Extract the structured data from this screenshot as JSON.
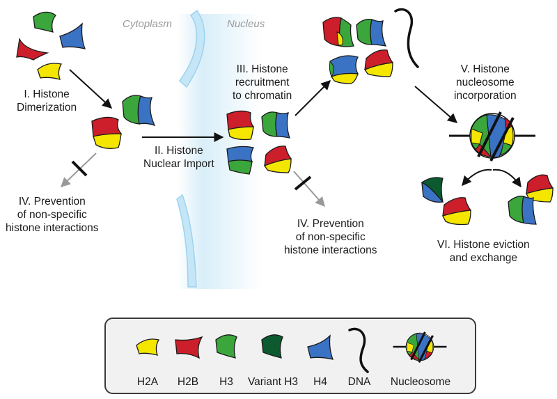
{
  "colors": {
    "h2a": "#f5e600",
    "h2b": "#cc1f2b",
    "h3": "#3aa63c",
    "variant_h3": "#0c5a2f",
    "h4": "#3b73c4",
    "nucleus_glow": "#cfe9f7",
    "membrane": "#bfe3f5"
  },
  "regions": {
    "cytoplasm": "Cytoplasm",
    "nucleus": "Nucleus"
  },
  "steps": {
    "dimerization": [
      "I. Histone",
      "Dimerization"
    ],
    "nuclear_import": [
      "II. Histone",
      "Nuclear Import"
    ],
    "recruitment": [
      "III. Histone",
      "recruitment",
      "to chromatin"
    ],
    "prevention_left": [
      "IV. Prevention",
      "of non-specific",
      "histone interactions"
    ],
    "prevention_right": [
      "IV. Prevention",
      "of non-specific",
      "histone interactions"
    ],
    "incorporation": [
      "V. Histone",
      "nucleosome",
      "incorporation"
    ],
    "eviction": [
      "VI. Histone eviction",
      "and exchange"
    ]
  },
  "legend": {
    "h2a": "H2A",
    "h2b": "H2B",
    "h3": "H3",
    "variant_h3": "Variant H3",
    "h4": "H4",
    "dna": "DNA",
    "nucleosome": "Nucleosome"
  }
}
